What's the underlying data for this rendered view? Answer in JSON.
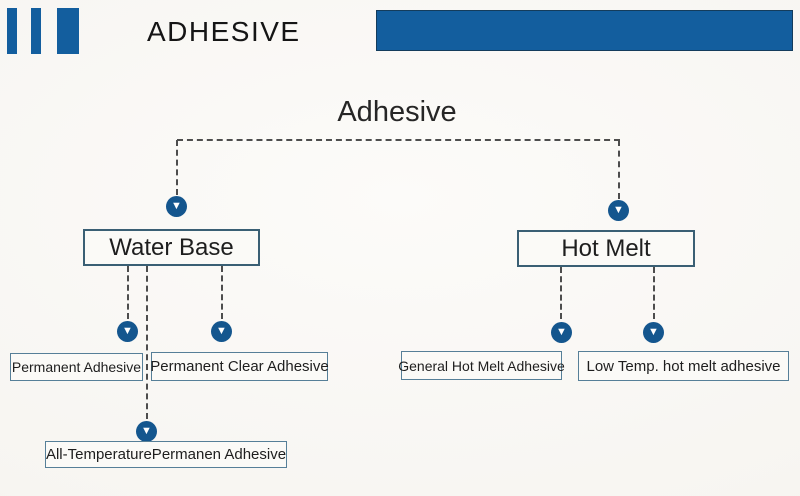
{
  "header": {
    "title": "ADHESIVE"
  },
  "icons": {
    "arrow_down": "▼"
  },
  "diagram": {
    "nodes": {
      "root": "Adhesive",
      "water_base": "Water Base",
      "hot_melt": "Hot Melt",
      "permanent": "Permanent Adhesive",
      "permanent_clear": "Permanent Clear Adhesive",
      "all_temp": "All-TemperaturePermanen Adhesive",
      "general_hot_melt": "General Hot Melt Adhesive",
      "low_temp": "Low Temp. hot melt adhesive"
    },
    "structure": {
      "root": [
        "water_base",
        "hot_melt"
      ],
      "water_base": [
        "permanent",
        "permanent_clear",
        "all_temp"
      ],
      "hot_melt": [
        "general_hot_melt",
        "low_temp"
      ]
    }
  },
  "colors": {
    "brand_blue": "#135E9E",
    "arrow_blue": "#14568E",
    "box_border_dark": "#3A5F74",
    "box_border_light": "#567F98",
    "dash_gray": "#4D4D4D",
    "text_dark": "#1E1E1E",
    "background": "#F7F5F1"
  }
}
